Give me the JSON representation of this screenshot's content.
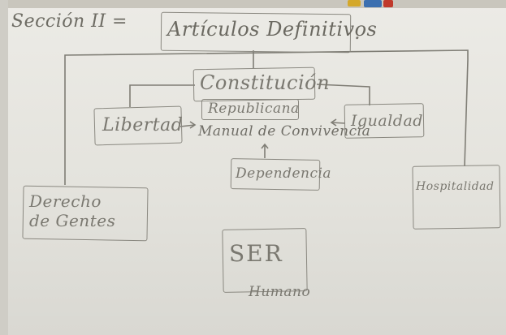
{
  "diagram": {
    "section_label": "Sección II =",
    "title": "Artículos Definitivos",
    "title_period": ".",
    "nodes": {
      "constitucion": "Constitución",
      "republicana": "Republicana",
      "libertad": "Libertad",
      "manual": "Manual de Convivencia",
      "igualdad": "Igualdad",
      "dependencia": "Dependencia",
      "derecho_de_gentes": "Derecho de Gentes",
      "hospitalidad": "Hospitalidad",
      "ser": "SER",
      "humano": "Humano"
    }
  }
}
